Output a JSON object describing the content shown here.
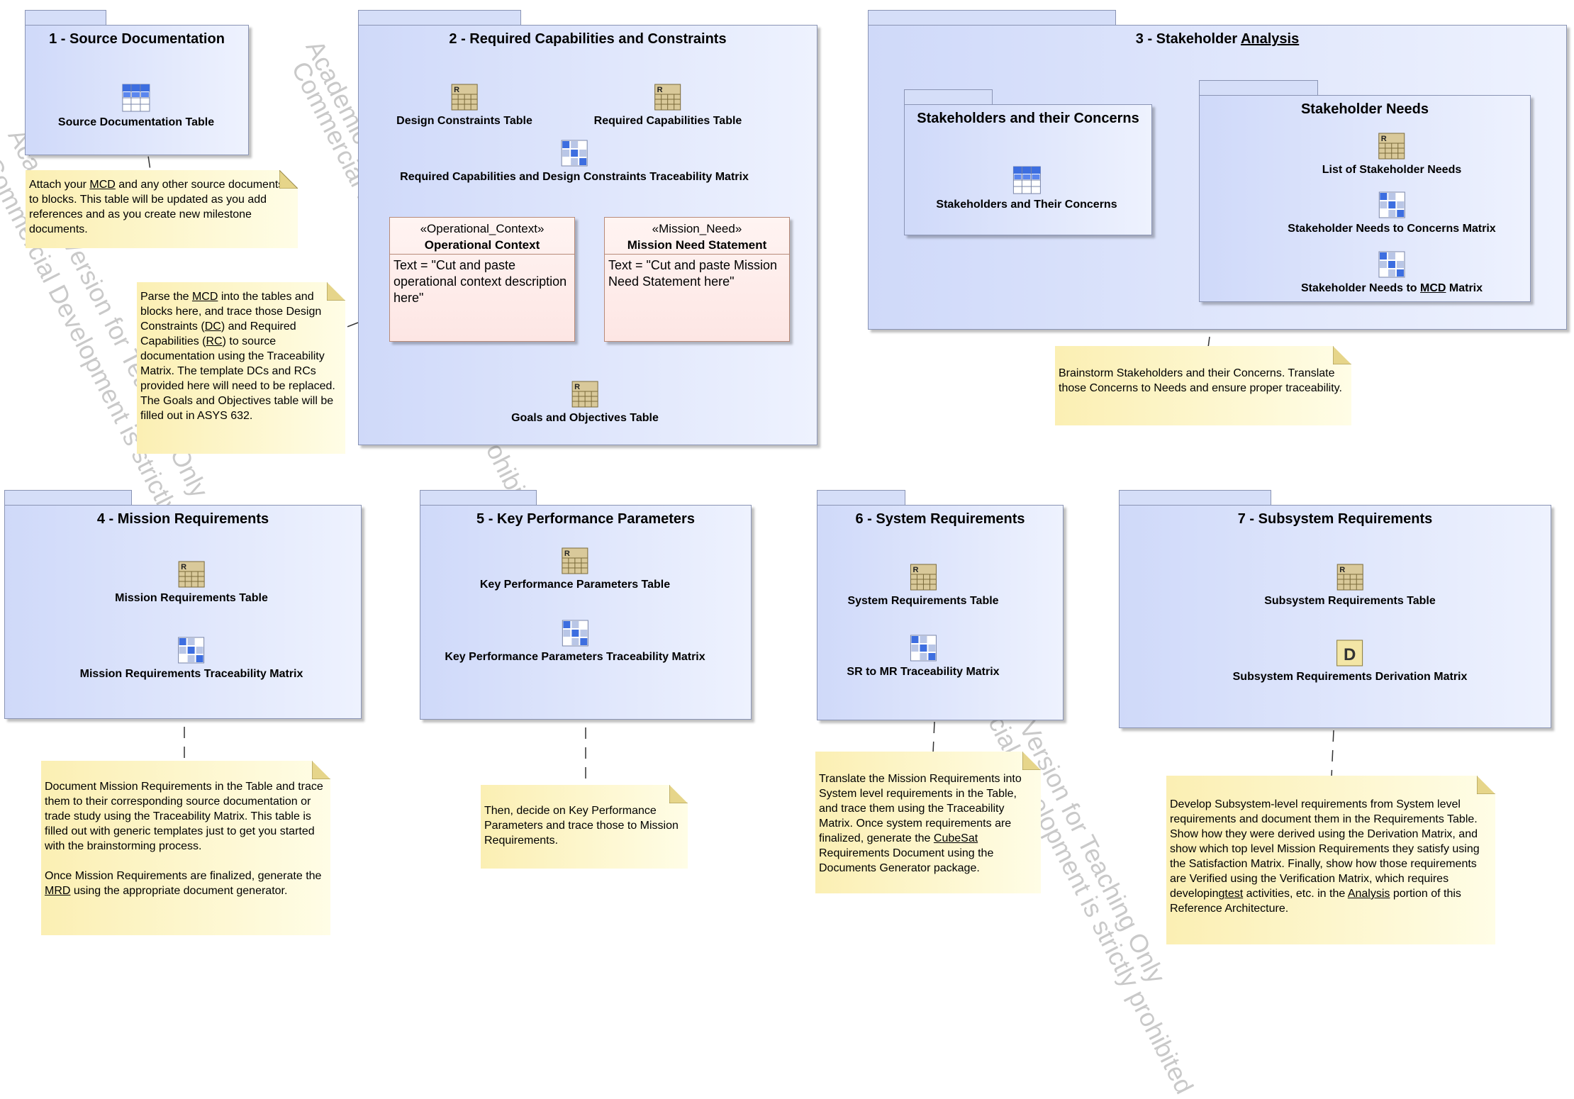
{
  "watermark": {
    "line1": "Academic Version for Teaching Only",
    "line2": "Commercial Development is strictly prohibited"
  },
  "packages": {
    "p1": {
      "title": "1 - Source Documentation",
      "items": [
        {
          "label": "Source Documentation Table",
          "icon": "table-icon"
        }
      ]
    },
    "p2": {
      "title": "2 - Required Capabilities and Constraints",
      "items": [
        {
          "label": "Design Constraints Table",
          "icon": "requirement-table-icon"
        },
        {
          "label": "Required Capabilities Table",
          "icon": "requirement-table-icon"
        },
        {
          "label": "Required Capabilities and Design Constraints Traceability Matrix",
          "icon": "matrix-icon"
        },
        {
          "label": "Goals and Objectives Table",
          "icon": "requirement-table-icon"
        }
      ],
      "blocks": [
        {
          "stereotype": "«Operational_Context»",
          "name": "Operational Context",
          "attribute": "Text = \"Cut and paste operational context description here\""
        },
        {
          "stereotype": "«Mission_Need»",
          "name": "Mission Need Statement",
          "attribute": "Text = \"Cut and paste Mission Need Statement here\""
        }
      ]
    },
    "p3": {
      "title_plain": "3 - Stakeholder ",
      "title_u": "Analysis",
      "sub1": {
        "title": "Stakeholders and their Concerns",
        "items": [
          {
            "label": "Stakeholders and Their Concerns",
            "icon": "table-icon"
          }
        ]
      },
      "sub2": {
        "title": "Stakeholder Needs",
        "items": [
          {
            "label": "List of Stakeholder Needs",
            "icon": "requirement-table-icon"
          },
          {
            "label": "Stakeholder Needs to Concerns Matrix",
            "icon": "matrix-icon"
          }
        ],
        "mcd_matrix": {
          "pre": "Stakeholder Needs to ",
          "u": "MCD",
          "post": " Matrix",
          "icon": "matrix-icon"
        }
      }
    },
    "p4": {
      "title": "4 - Mission Requirements",
      "items": [
        {
          "label": "Mission Requirements Table",
          "icon": "requirement-table-icon"
        },
        {
          "label": "Mission Requirements Traceability Matrix",
          "icon": "matrix-icon"
        }
      ]
    },
    "p5": {
      "title": "5 - Key Performance Parameters",
      "items": [
        {
          "label": "Key Performance Parameters Table",
          "icon": "requirement-table-icon"
        },
        {
          "label": "Key Performance Parameters Traceability Matrix",
          "icon": "matrix-icon"
        }
      ]
    },
    "p6": {
      "title": "6 - System Requirements",
      "items": [
        {
          "label": "System Requirements Table",
          "icon": "requirement-table-icon"
        },
        {
          "label": "SR to MR Traceability Matrix",
          "icon": "matrix-icon"
        }
      ]
    },
    "p7": {
      "title": "7 - Subsystem Requirements",
      "items": [
        {
          "label": "Subsystem Requirements Table",
          "icon": "requirement-table-icon"
        },
        {
          "label": "Subsystem Requirements Derivation Matrix",
          "icon": "derivation-matrix-icon"
        }
      ]
    }
  },
  "notes": {
    "n1": {
      "a": "Attach your ",
      "u": "MCD",
      "b": " and any other source documents to blocks. This table will be updated as you add references and as you create new milestone documents."
    },
    "n2": {
      "a": "Parse the ",
      "u1": "MCD",
      "b": " into the tables and blocks here, and trace those Design Constraints (",
      "u2": "DC",
      "c": ") and Required Capabilities (",
      "u3": "RC",
      "d": ") to source documentation using the Traceability Matrix. The template DCs and RCs provided here will need to be replaced. The Goals and Objectives table will be filled out in ASYS 632."
    },
    "n3": {
      "text": "Brainstorm Stakeholders and their Concerns. Translate those Concerns to Needs and ensure proper traceability."
    },
    "n4": {
      "p1": "Document Mission Requirements in the Table and trace them to their corresponding source documentation or trade study using the Traceability Matrix. This table is filled out with generic templates just to get you started with the brainstorming process.",
      "p2a": "Once Mission Requirements are finalized, generate the ",
      "p2u": "MRD",
      "p2b": " using the appropriate document generator."
    },
    "n5": {
      "text": "Then, decide on Key Performance Parameters and trace those to Mission Requirements."
    },
    "n6": {
      "a": "Translate the Mission Requirements into System level requirements in the Table, and trace them using the Traceability Matrix. Once system requirements are finalized, generate the ",
      "u": "CubeSat",
      "b": " Requirements Document using the Documents Generator package."
    },
    "n7": {
      "a": "Develop Subsystem-level requirements from  System level requirements and document them in the Requirements Table. Show how they were derived using the Derivation Matrix, and show which top level Mission Requirements they satisfy using the Satisfaction Matrix. Finally, show how those requirements are Verified using the Verification Matrix, which requires developing",
      "u1": "test",
      "b": " activities, etc. in the ",
      "u2": "Analysis",
      "c": " portion of this Reference Architecture."
    }
  },
  "colors": {
    "package_fill": "#d5def8",
    "package_border": "#8a94b4",
    "note_fill": "#fbefb3",
    "block_fill": "#fde6e4"
  }
}
